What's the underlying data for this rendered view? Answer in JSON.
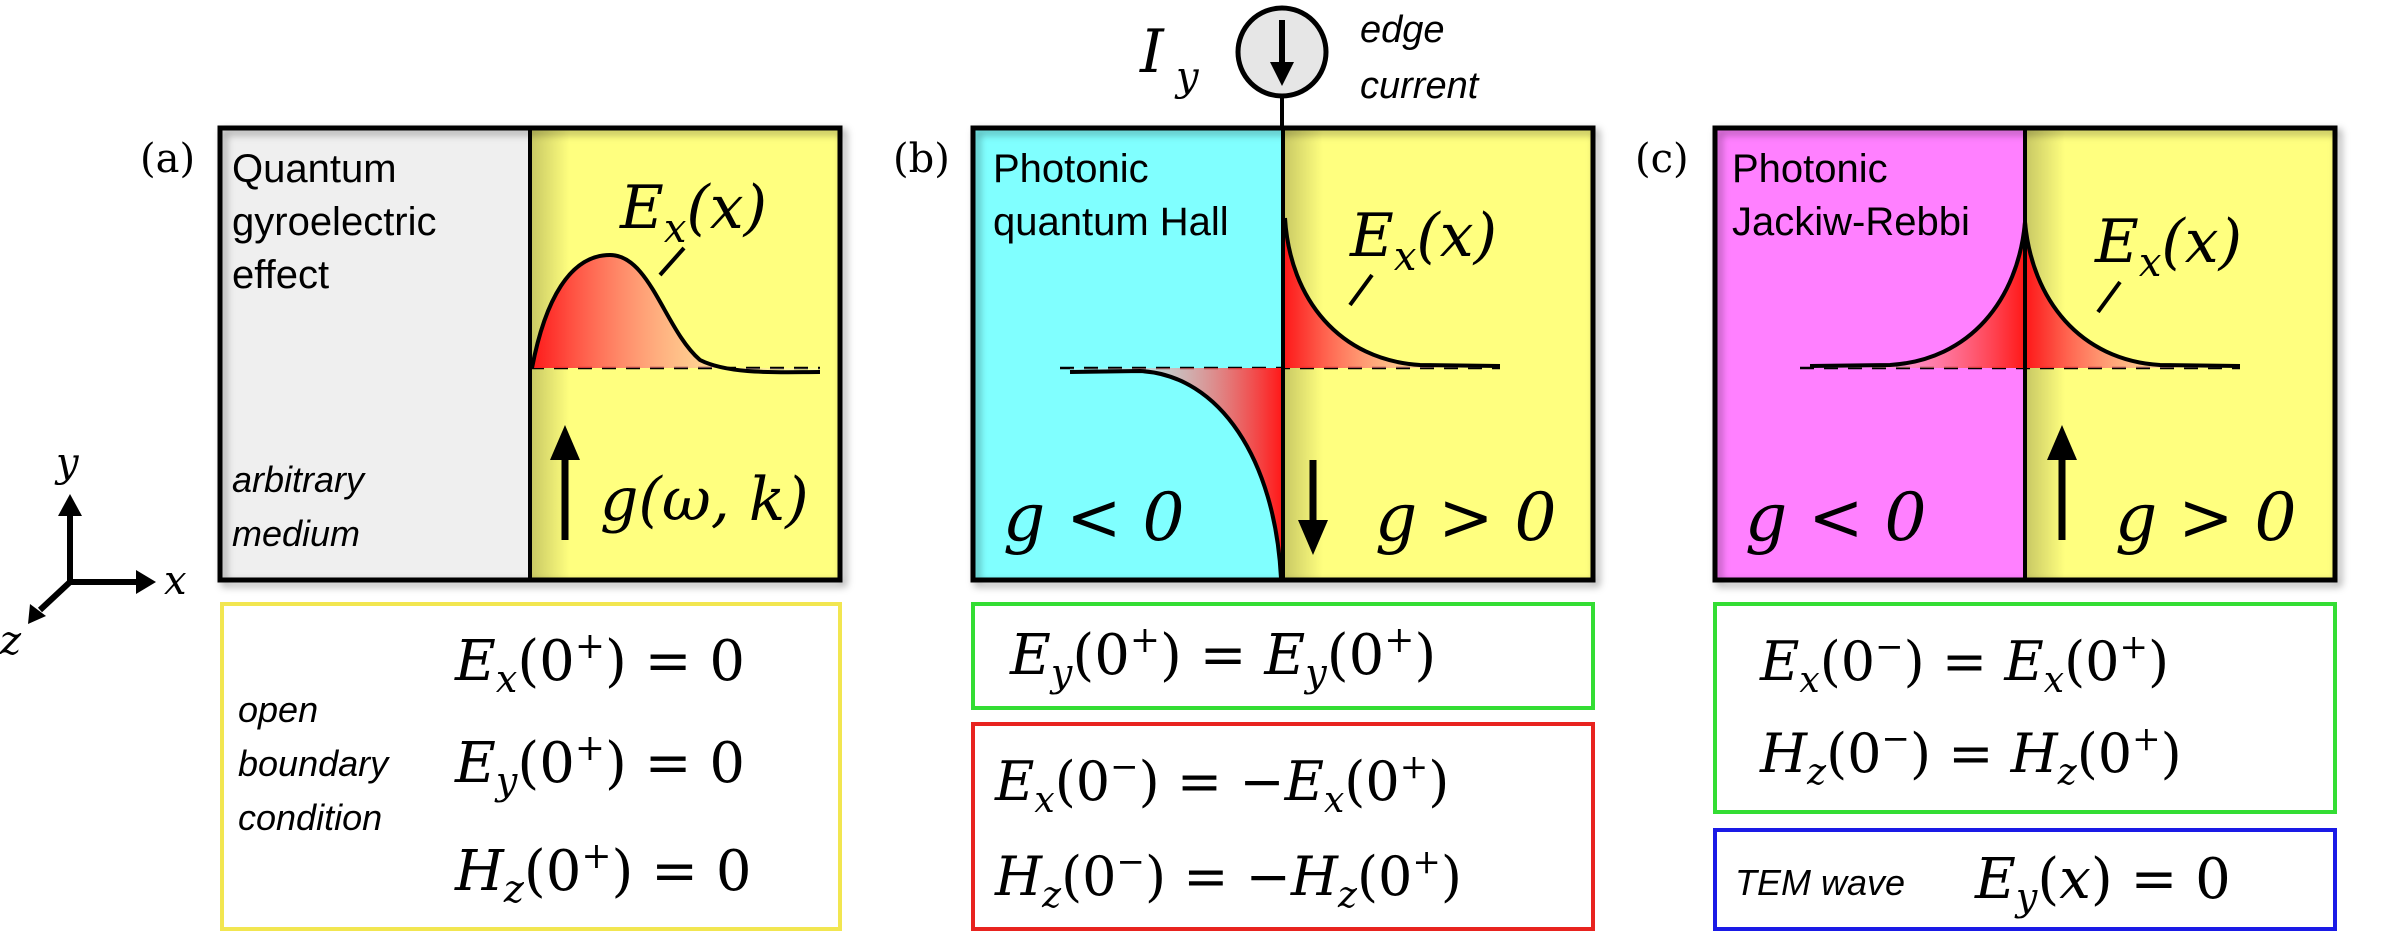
{
  "edge_current": {
    "symbol": "I",
    "subscript": "y",
    "label_line1": "edge",
    "label_line2": "current"
  },
  "axes": {
    "x": "x",
    "y": "y",
    "z": "z"
  },
  "panel_a": {
    "letter": "(a)",
    "title_lines": [
      "Quantum",
      "gyroelectric",
      "effect"
    ],
    "left_medium_lines": [
      "arbitrary",
      "medium"
    ],
    "field_label": "E",
    "field_sub": "x",
    "field_arg": "(x)",
    "material_label": "g(ω, k)",
    "boundary_caption_lines": [
      "open",
      "boundary",
      "condition"
    ],
    "conditions": [
      {
        "var": "E",
        "sub": "x",
        "rest": "(0",
        "sup": "+",
        "tail": ") = 0"
      },
      {
        "var": "E",
        "sub": "y",
        "rest": "(0",
        "sup": "+",
        "tail": ") = 0"
      },
      {
        "var": "H",
        "sub": "z",
        "rest": "(0",
        "sup": "+",
        "tail": ") = 0"
      }
    ],
    "colors": {
      "left": "#efefef",
      "right": "#ffff7f",
      "box": "#f2e650"
    }
  },
  "panel_b": {
    "letter": "(b)",
    "title_lines": [
      "Photonic",
      "quantum Hall"
    ],
    "field_label": "E",
    "field_sub": "x",
    "field_arg": "(x)",
    "left_sign": "g < 0",
    "right_sign": "g > 0",
    "green_condition": "E_y(0+) = E_y(0+)",
    "red_conditions": [
      "E_x(0−) = −E_x(0+)",
      "H_z(0−) = −H_z(0+)"
    ],
    "colors": {
      "left": "#80ffff",
      "right": "#ffff7f",
      "green": "#33dd33",
      "red": "#e8231f"
    }
  },
  "panel_c": {
    "letter": "(c)",
    "title_lines": [
      "Photonic",
      "Jackiw-Rebbi"
    ],
    "field_label": "E",
    "field_sub": "x",
    "field_arg": "(x)",
    "left_sign": "g < 0",
    "right_sign": "g > 0",
    "green_conditions": [
      "E_x(0−) = E_x(0+)",
      "H_z(0−) = H_z(0+)"
    ],
    "tem_label": "TEM wave",
    "tem_condition": "E_y(x) = 0",
    "colors": {
      "left": "#ff80ff",
      "right": "#ffff7f",
      "green": "#33dd33",
      "blue": "#1a1ae6"
    }
  }
}
